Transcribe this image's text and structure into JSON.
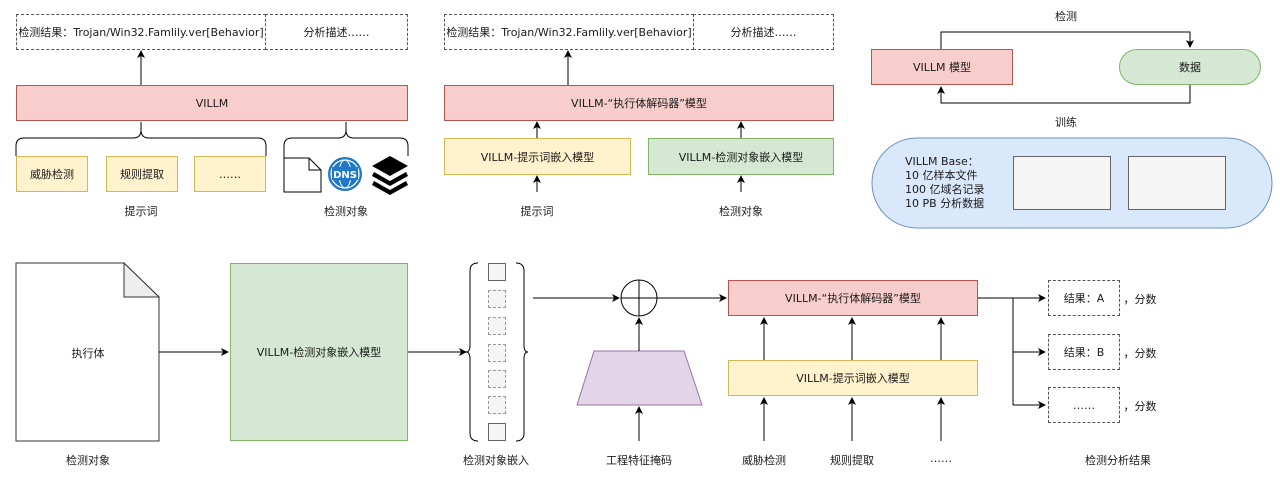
{
  "panel1": {
    "result_label": "检测结果：Trojan/Win32.Famlily.ver[Behavior]",
    "analysis_label": "分析描述……",
    "model_label": "VILLM",
    "prompts": [
      "威胁检测",
      "规则提取",
      "……"
    ],
    "prompts_caption": "提示词",
    "objects_caption": "检测对象",
    "object_icons": [
      "file-icon",
      "dns-icon",
      "layers-icon"
    ],
    "dns_text": "DNS"
  },
  "panel2": {
    "result_label": "检测结果：Trojan/Win32.Famlily.ver[Behavior]",
    "analysis_label": "分析描述……",
    "decoder_label": "VILLM-“执行体解码器”模型",
    "prompt_embed_label": "VILLM-提示词嵌入模型",
    "object_embed_label": "VILLM-检测对象嵌入模型",
    "prompt_caption": "提示词",
    "object_caption": "检测对象"
  },
  "panel3": {
    "detect_label": "检测",
    "train_label": "训练",
    "model_label": "VILLM 模型",
    "data_label": "数据",
    "base_lines": [
      "VILLM Base：",
      "10 亿样本文件",
      "100 亿域名记录",
      "10 PB 分析数据"
    ]
  },
  "panel4": {
    "executable_label": "执行体",
    "object_caption": "检测对象",
    "object_embed_label": "VILLM-检测对象嵌入模型",
    "embedding_caption": "检测对象嵌入",
    "mask_caption": "工程特征掩码",
    "decoder_label": "VILLM-“执行体解码器”模型",
    "prompt_embed_label": "VILLM-提示词嵌入模型",
    "prompts": [
      "威胁检测",
      "规则提取",
      "……"
    ],
    "results": [
      {
        "label": "结果：A",
        "score": "，分数"
      },
      {
        "label": "结果：B",
        "score": "，分数"
      },
      {
        "label": "……",
        "score": "，分数"
      }
    ],
    "results_caption": "检测分析结果"
  },
  "colors": {
    "red_fill": "#f8cecc",
    "red_stroke": "#b85450",
    "yellow_fill": "#fff2cc",
    "yellow_stroke": "#d6b656",
    "green_fill": "#d5e8d4",
    "green_stroke": "#82b366",
    "blue_fill": "#dae8fc",
    "blue_stroke": "#6c8ebf",
    "purple_fill": "#e1d5e7",
    "purple_stroke": "#9673a6",
    "dns_blue": "#1f78c8"
  }
}
